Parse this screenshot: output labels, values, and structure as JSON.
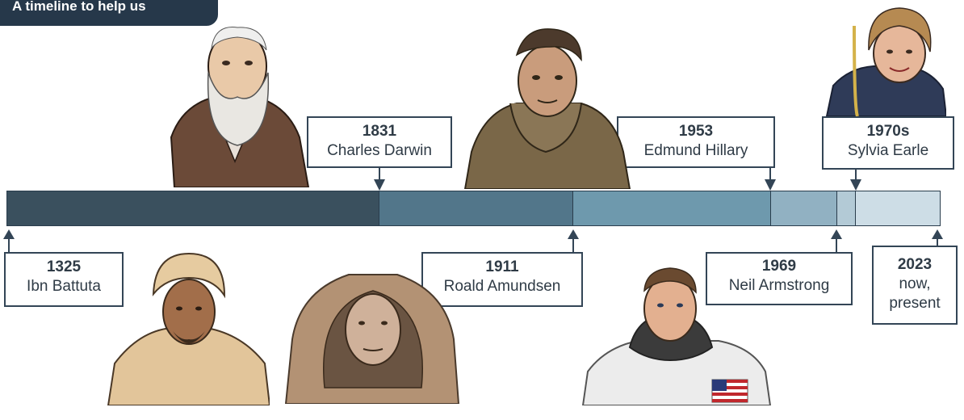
{
  "title": "A timeline to help us",
  "segments": [
    {
      "color": "#3a505e"
    },
    {
      "color": "#52768a"
    },
    {
      "color": "#6e99ad"
    },
    {
      "color": "#91b1c2"
    },
    {
      "color": "#b3cad6"
    },
    {
      "color": "#cddde6"
    }
  ],
  "events": [
    {
      "year": "1325",
      "name": "Ibn Battuta"
    },
    {
      "year": "1831",
      "name": "Charles Darwin"
    },
    {
      "year": "1911",
      "name": "Roald Amundsen"
    },
    {
      "year": "1953",
      "name": "Edmund Hillary"
    },
    {
      "year": "1969",
      "name": "Neil Armstrong"
    },
    {
      "year": "1970s",
      "name": "Sylvia Earle"
    },
    {
      "year": "2023",
      "name_line1": "now,",
      "name_line2": "present"
    }
  ],
  "portraits": [
    {
      "name": "darwin-portrait"
    },
    {
      "name": "hillary-portrait"
    },
    {
      "name": "earle-portrait"
    },
    {
      "name": "battuta-portrait"
    },
    {
      "name": "amundsen-portrait"
    },
    {
      "name": "armstrong-portrait"
    }
  ]
}
